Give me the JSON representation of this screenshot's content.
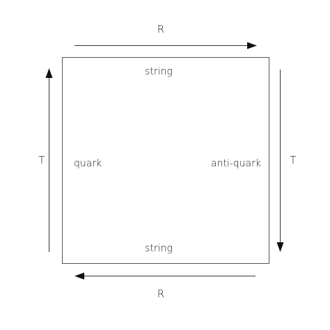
{
  "labels": {
    "top_axis": "R",
    "bottom_axis": "R",
    "left_axis": "T",
    "right_axis": "T",
    "top_edge": "string",
    "bottom_edge": "string",
    "left_edge": "quark",
    "right_edge": "anti-quark"
  },
  "colors": {
    "stroke": "#555555",
    "arrow": "#111111",
    "text": "#1a1a1a"
  }
}
